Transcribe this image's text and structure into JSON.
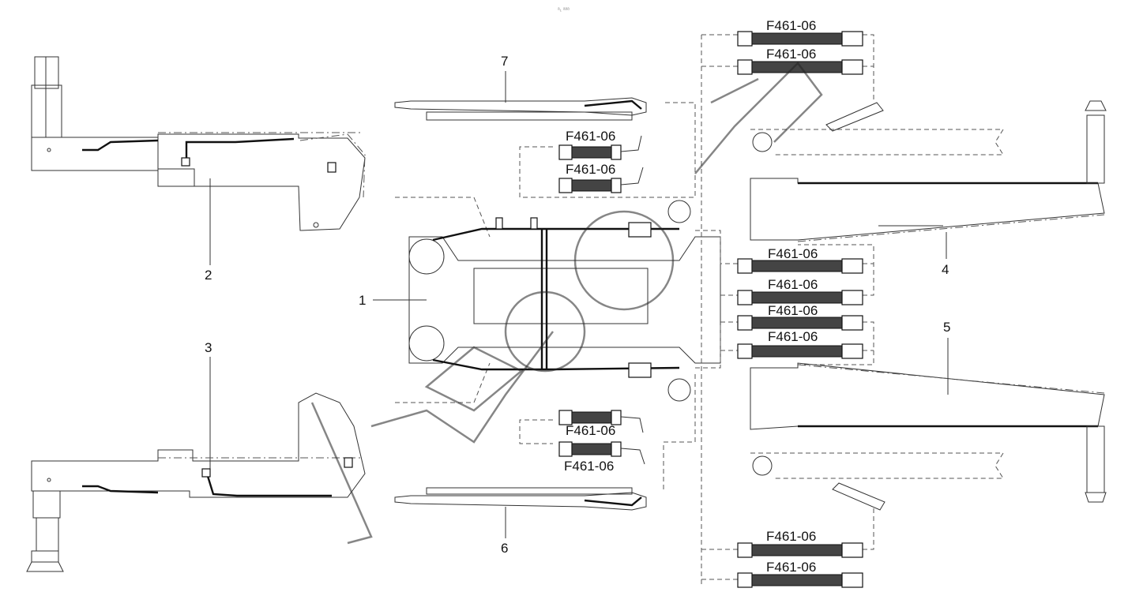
{
  "header": {
    "tiny_text": "ᵃ₁ ᵃᵃᵃ"
  },
  "callouts": [
    {
      "id": "1",
      "label": "1"
    },
    {
      "id": "2",
      "label": "2"
    },
    {
      "id": "3",
      "label": "3"
    },
    {
      "id": "4",
      "label": "4"
    },
    {
      "id": "5",
      "label": "5"
    },
    {
      "id": "6",
      "label": "6"
    },
    {
      "id": "7",
      "label": "7"
    }
  ],
  "hose_labels": [
    "F461-06",
    "F461-06",
    "F461-06",
    "F461-06",
    "F461-06",
    "F461-06",
    "F461-06",
    "F461-06",
    "F461-06",
    "F461-06",
    "F461-06",
    "F461-06"
  ],
  "colors": {
    "line": "#111111",
    "hose": "#444444",
    "background": "#ffffff"
  }
}
